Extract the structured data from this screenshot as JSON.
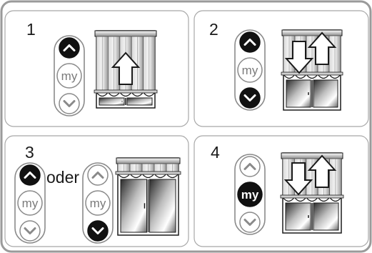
{
  "panels": [
    {
      "step": "1",
      "remote": {
        "up": "active",
        "my": "inactive",
        "down": "inactive"
      },
      "my_label": "my",
      "shade": "arrow-up"
    },
    {
      "step": "2",
      "remote": {
        "up": "active",
        "my": "inactive",
        "down": "active"
      },
      "my_label": "my",
      "shade": "arrows-up-down"
    },
    {
      "step": "3",
      "connector": "oder",
      "remote_a": {
        "up": "active",
        "my": "inactive",
        "down": "inactive"
      },
      "remote_b": {
        "up": "inactive",
        "my": "inactive",
        "down": "active"
      },
      "my_label": "my",
      "shade": "window"
    },
    {
      "step": "4",
      "remote": {
        "up": "inactive",
        "my": "active",
        "down": "inactive"
      },
      "my_label": "my",
      "shade": "arrows-up-down"
    }
  ],
  "colors": {
    "line": "#1a1a1a",
    "frame": "#9a9a9a",
    "active": "#111111",
    "inactive": "#ffffff"
  }
}
